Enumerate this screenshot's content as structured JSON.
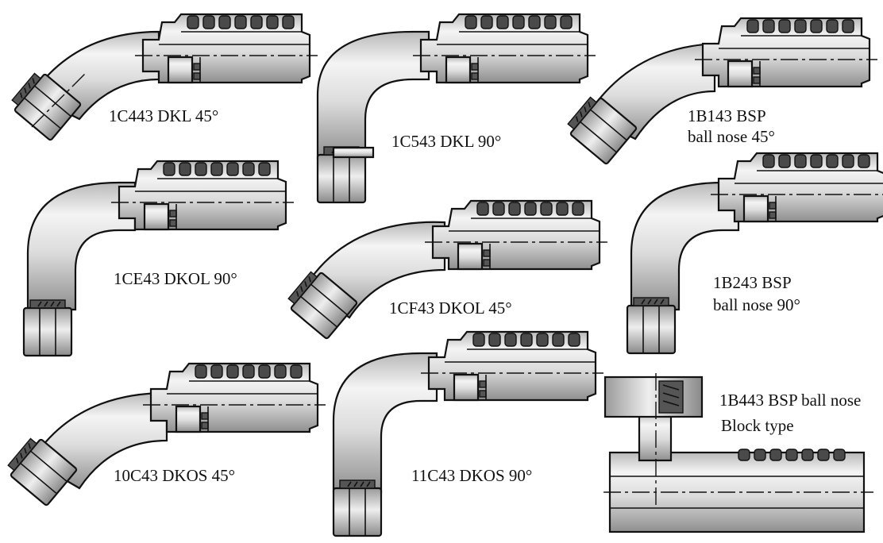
{
  "fittings": [
    {
      "code": "1C443 DKL 45°"
    },
    {
      "code": "1C543 DKL 90°"
    },
    {
      "code": "1B143 BSP",
      "subline": "ball nose 45°"
    },
    {
      "code": "1CE43 DKOL 90°"
    },
    {
      "code": "1CF43 DKOL 45°"
    },
    {
      "code": "1B243 BSP",
      "subline": "ball nose 90°"
    },
    {
      "code": "10C43 DKOS 45°"
    },
    {
      "code": "11C43 DKOS 90°"
    },
    {
      "code": "1B443 BSP ball nose",
      "subline": "Block type"
    }
  ],
  "colors": {
    "metal_light": "#f2f2f2",
    "metal_mid": "#c8c8c8",
    "metal_dark": "#8a8a8a",
    "teeth": "#4a4a4a",
    "outline": "#111111"
  }
}
